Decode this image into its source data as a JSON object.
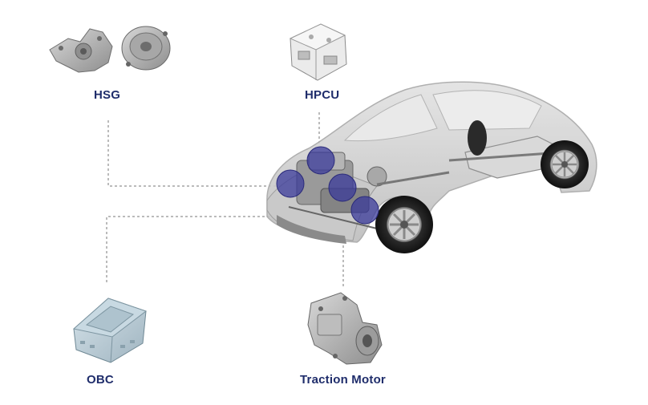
{
  "labels": {
    "hsg": "HSG",
    "hpcu": "HPCU",
    "obc": "OBC",
    "traction_motor": "Traction Motor"
  },
  "colors": {
    "label": "#1f2d6b",
    "marker": "#3a3a9a",
    "leader_line": "#777777",
    "car_body": "#cfcfcf"
  },
  "icons": {
    "hsg": "hsg-housing-icon",
    "hpcu": "hpcu-unit-icon",
    "obc": "obc-charger-icon",
    "traction_motor": "traction-motor-icon",
    "car": "vehicle-cutaway-image"
  }
}
